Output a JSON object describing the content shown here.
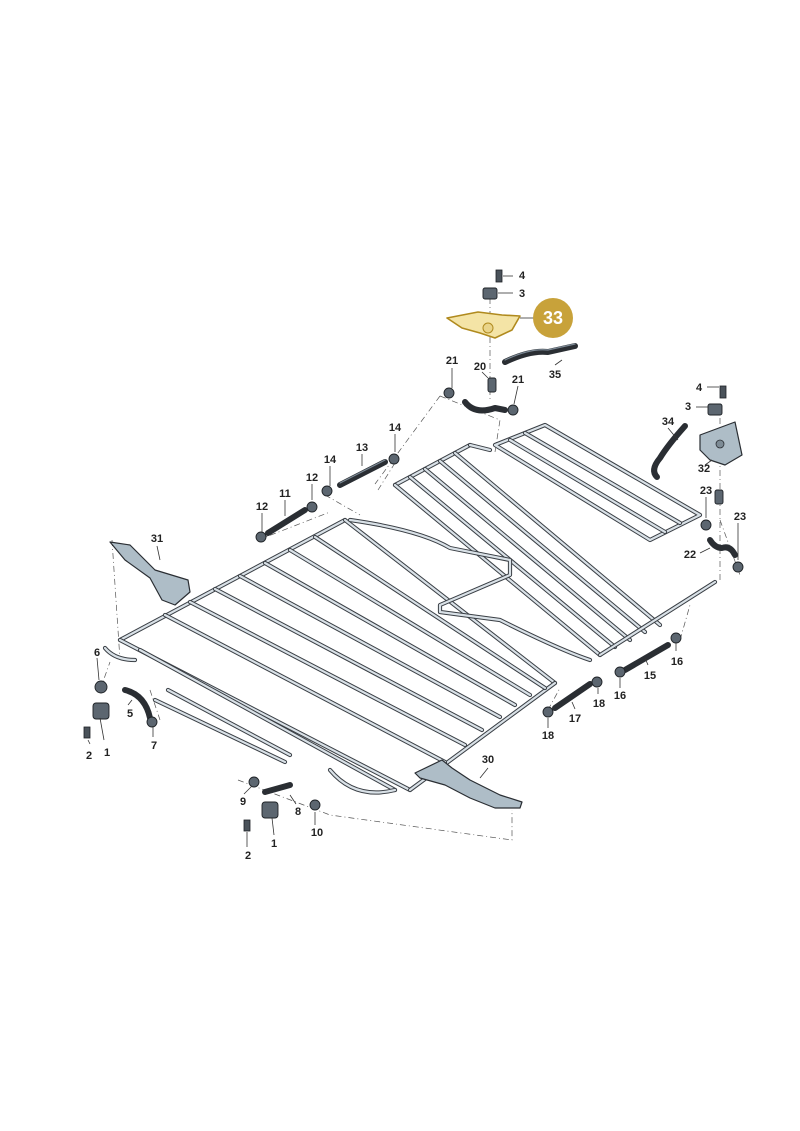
{
  "diagram": {
    "callout": {
      "label": "33",
      "color": "#c8a23a"
    },
    "part_numbers": {
      "p4_top": "4",
      "p3_top": "3",
      "p35": "35",
      "p21_left": "21",
      "p20": "20",
      "p21_right": "21",
      "p4_right": "4",
      "p3_right": "3",
      "p34": "34",
      "p32": "32",
      "p23_top": "23",
      "p23_right": "23",
      "p22": "22",
      "p14_right": "14",
      "p13": "13",
      "p14_left": "14",
      "p12_top": "12",
      "p11": "11",
      "p12_left": "12",
      "p31": "31",
      "p6": "6",
      "p5": "5",
      "p1_left": "1",
      "p2_left": "2",
      "p7": "7",
      "p16_right": "16",
      "p15": "15",
      "p16_mid": "16",
      "p18_right": "18",
      "p17": "17",
      "p18_left": "18",
      "p30": "30",
      "p9": "9",
      "p8": "8",
      "p10": "10",
      "p1_bottom": "1",
      "p2_bottom": "2"
    },
    "colors": {
      "highlight": "#c8a23a",
      "metal": "#aebdc7",
      "hose": "#2a2e33"
    }
  }
}
